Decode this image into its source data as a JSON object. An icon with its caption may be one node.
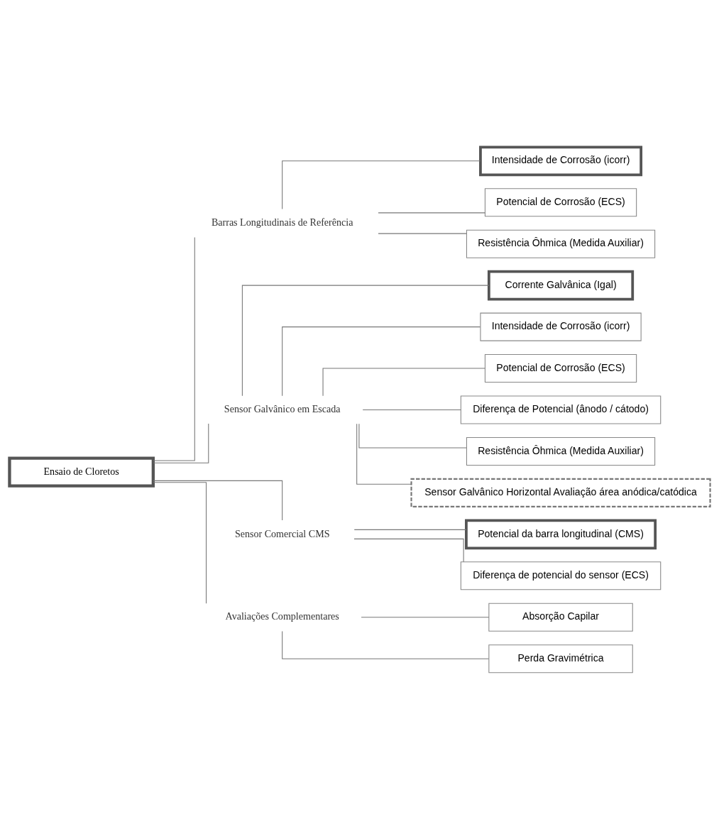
{
  "diagram": {
    "nodes": [
      {
        "text": [
          "Ensaio de Cloretos"
        ]
      },
      {
        "text": [
          "Barras Longitudinais de Referência"
        ]
      },
      {
        "text": [
          "Intensidade de Corrosão (icorr)"
        ]
      },
      {
        "text": [
          "Potencial de Corrosão (ECS)"
        ]
      },
      {
        "text": [
          "Resistência Ôhmica (Medida Auxiliar)"
        ]
      },
      {
        "text": [
          "Sensor Galvânico em Escada"
        ]
      },
      {
        "text": [
          "Corrente Galvânica (Igal)"
        ]
      },
      {
        "text": [
          "Intensidade de Corrosão (icorr)"
        ]
      },
      {
        "text": [
          "Potencial de Corrosão (ECS)"
        ]
      },
      {
        "text": [
          "Diferença de Potencial (ânodo / cátodo)"
        ]
      },
      {
        "text": [
          "Resistência Ôhmica (Medida Auxiliar)"
        ]
      },
      {
        "text": [
          "Sensor Galvânico Horizontal Avaliação área anódica/catódica"
        ]
      },
      {
        "text": [
          "Sensor Comercial CMS"
        ]
      },
      {
        "text": [
          "Potencial da barra longitudinal (CMS)"
        ]
      },
      {
        "text": [
          "Diferença de potencial do sensor (ECS)"
        ]
      },
      {
        "text": [
          "Avaliações Complementares"
        ]
      },
      {
        "text": [
          "Absorção Capilar"
        ]
      },
      {
        "text": [
          "Perda Gravimétrica"
        ]
      }
    ],
    "edges": [
      {
        "from": 0,
        "to": 1,
        "arrow": "none"
      },
      {
        "from": 1,
        "to": 2,
        "arrow": "none"
      },
      {
        "from": 1,
        "to": 3,
        "arrow": "none"
      },
      {
        "from": 1,
        "to": 4,
        "arrow": "none"
      },
      {
        "from": 0,
        "to": 5,
        "arrow": "none"
      },
      {
        "from": 5,
        "to": 6,
        "arrow": "none"
      },
      {
        "from": 5,
        "to": 7,
        "arrow": "none"
      },
      {
        "from": 5,
        "to": 8,
        "arrow": "none"
      },
      {
        "from": 5,
        "to": 9,
        "arrow": "none"
      },
      {
        "from": 5,
        "to": 10,
        "arrow": "none"
      },
      {
        "from": 5,
        "to": 11,
        "arrow": "none"
      },
      {
        "from": 0,
        "to": 12,
        "arrow": "none"
      },
      {
        "from": 12,
        "to": 13,
        "arrow": "none"
      },
      {
        "from": 12,
        "to": 14,
        "arrow": "none"
      },
      {
        "from": 0,
        "to": 15,
        "arrow": "none"
      },
      {
        "from": 15,
        "to": 16,
        "arrow": "none"
      },
      {
        "from": 15,
        "to": 17,
        "arrow": "none"
      }
    ]
  }
}
